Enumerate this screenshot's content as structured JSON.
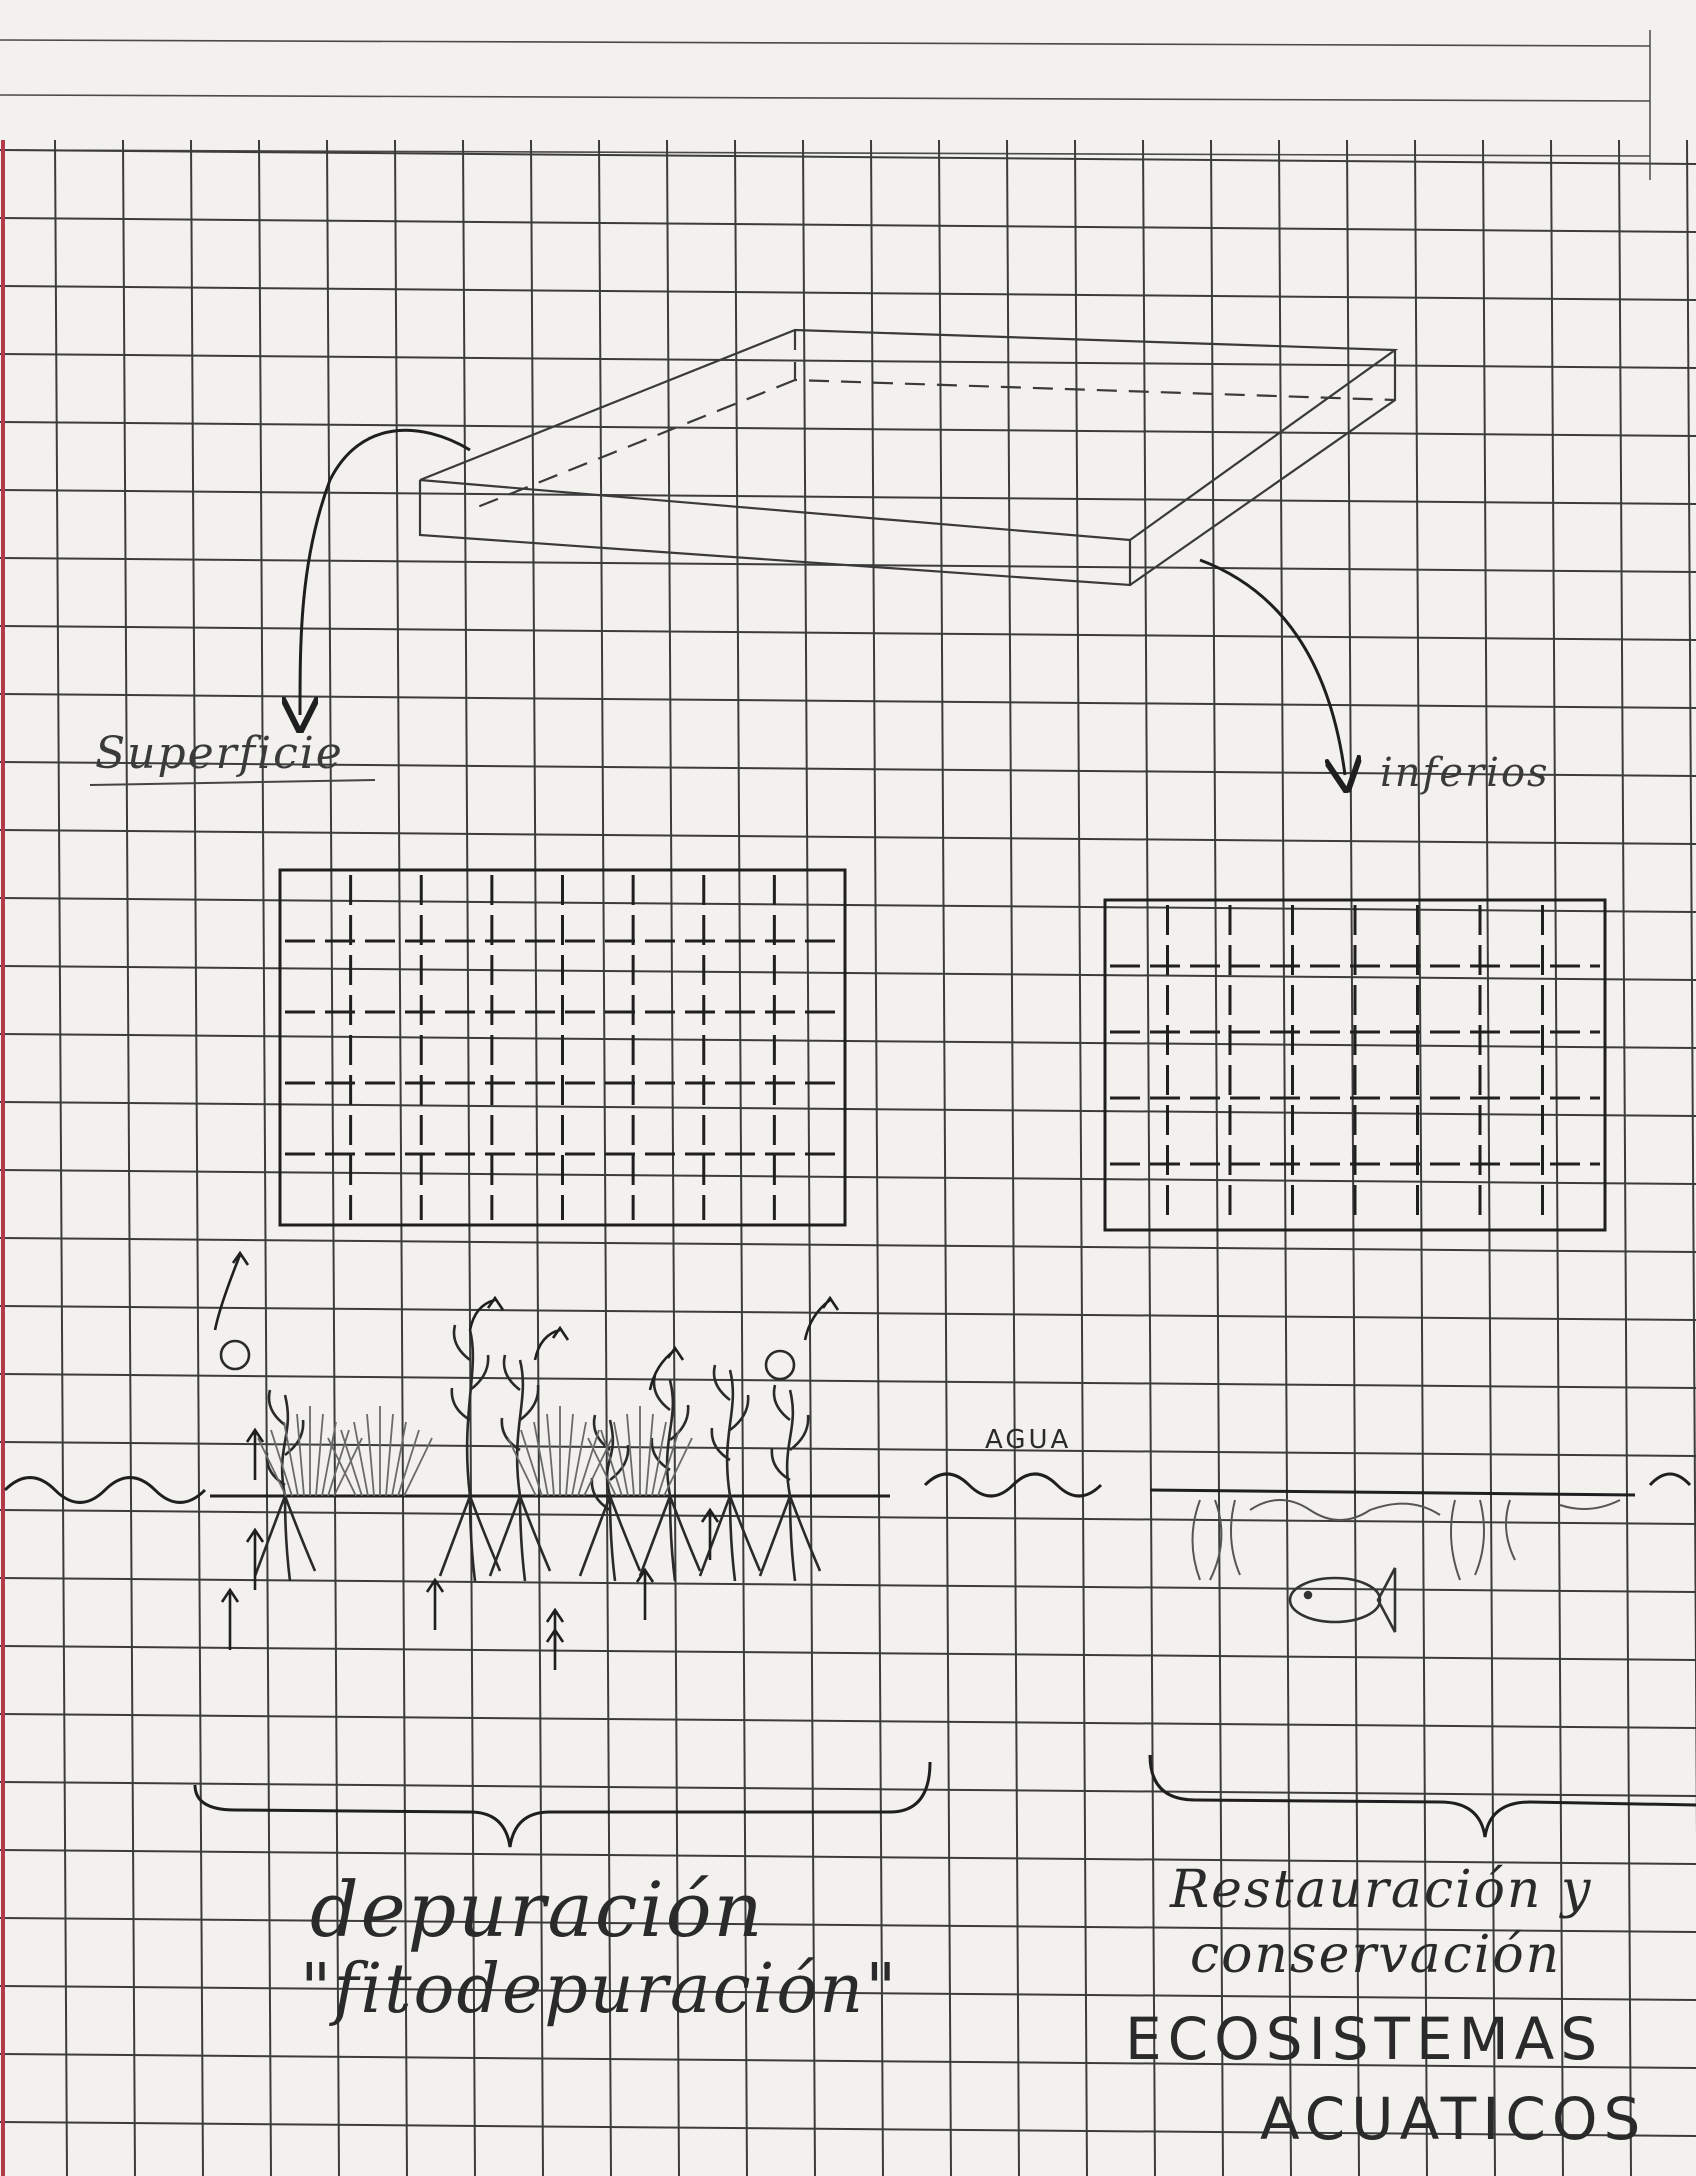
{
  "labels": {
    "surface": "Superficie",
    "lower": "inferios",
    "water": "AGUA",
    "depuration_line1": "depuración",
    "depuration_line2": "\"fitodepuración\"",
    "restoration_line1": "Restauración y",
    "restoration_line2": "conservación",
    "ecosystems_line1": "ECOSISTEMAS",
    "ecosystems_line2": "ACUATICOS"
  },
  "colors": {
    "paper": "#f3f1ee",
    "grid_line": "#3c3c3c",
    "margin_line": "#b33a4a",
    "ink": "#1f1f1f",
    "pencil": "#555555"
  }
}
